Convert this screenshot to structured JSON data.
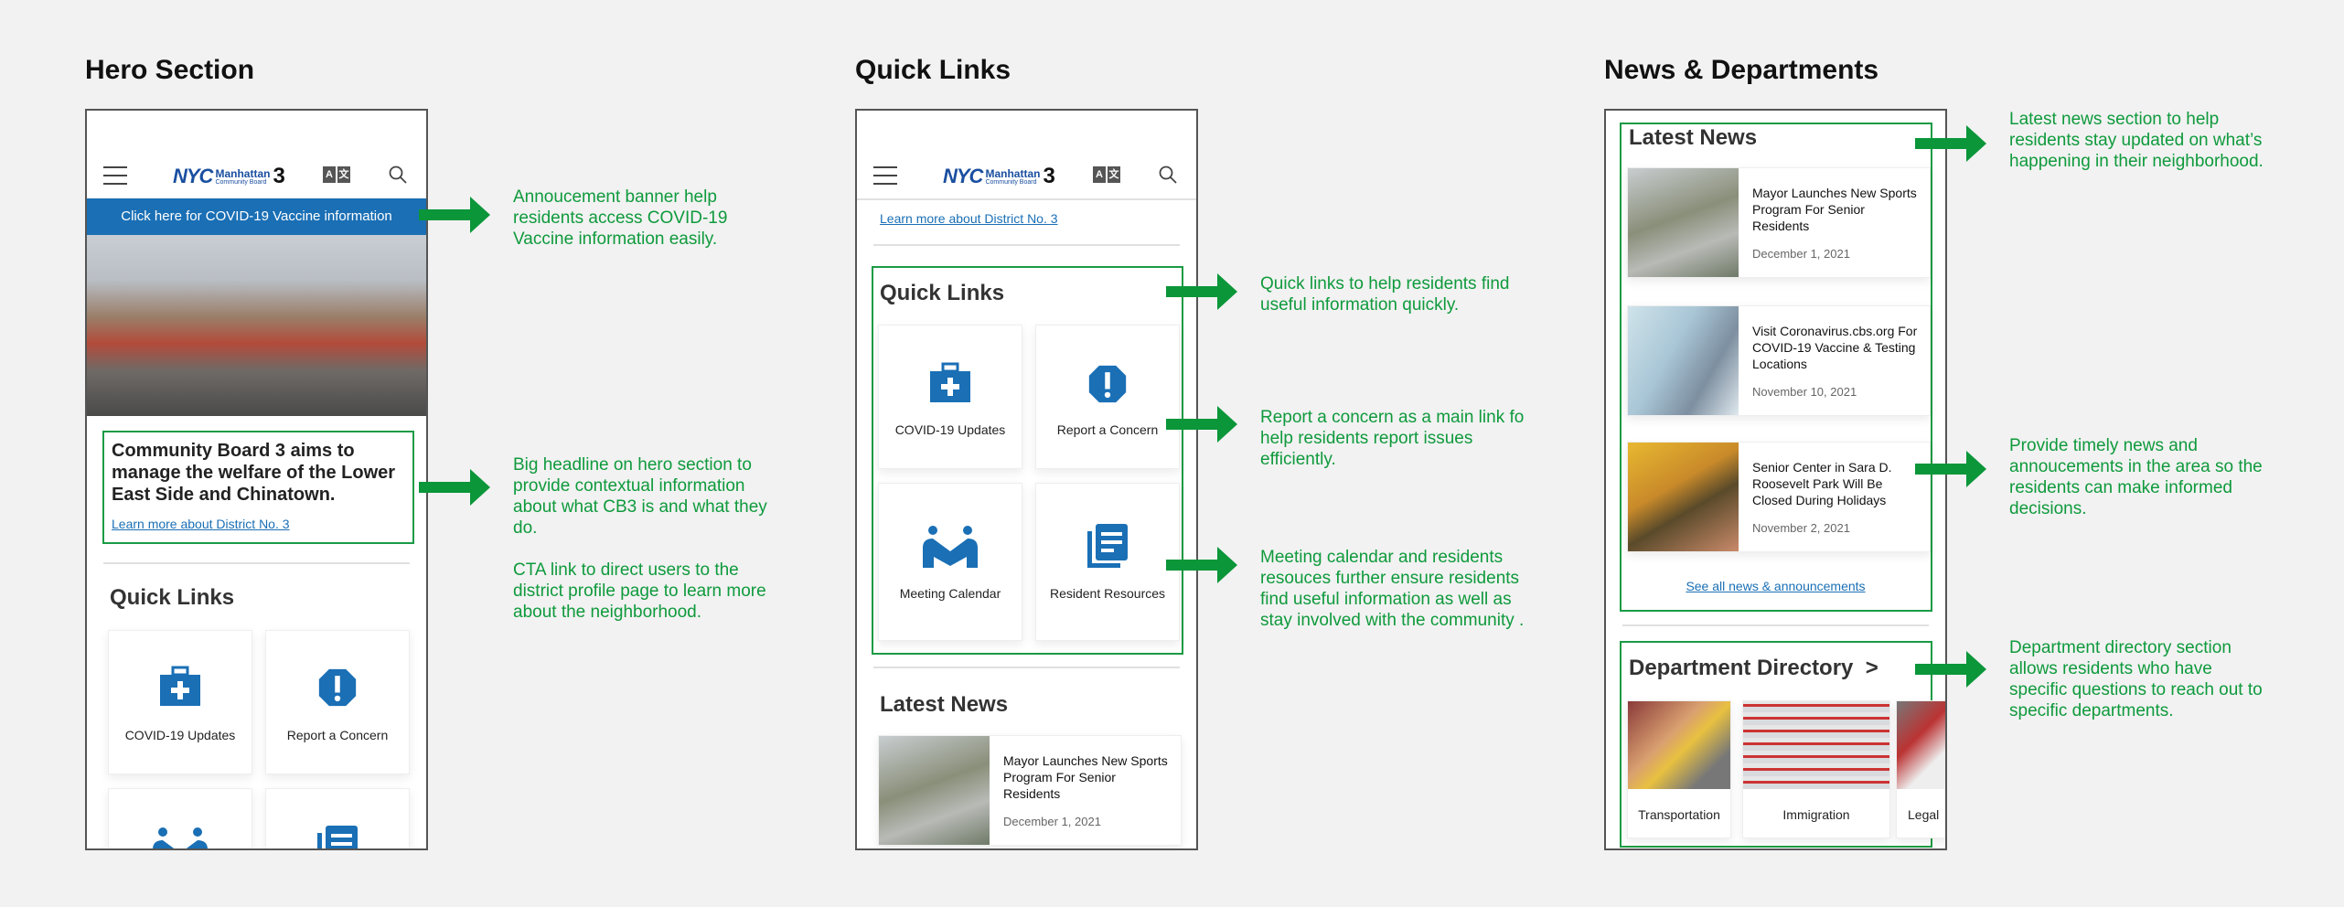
{
  "sections": {
    "hero": "Hero Section",
    "quick": "Quick Links",
    "news": "News & Departments"
  },
  "header": {
    "logo_nyc": "NYC",
    "logo_manhattan": "Manhattan",
    "logo_board": "Community Board",
    "logo_number": "3",
    "translate_a": "A",
    "translate_b": "文",
    "icons": [
      "hamburger-menu-icon",
      "translate-icon",
      "search-icon"
    ]
  },
  "hero": {
    "banner": "Click here for COVID-19 Vaccine information",
    "headline": "Community Board 3 aims to manage the welfare of the Lower East Side and Chinatown.",
    "cta": "Learn more about District No. 3"
  },
  "quick_links": {
    "title": "Quick Links",
    "items": [
      {
        "label": "COVID-19 Updates",
        "icon": "medical-kit-icon"
      },
      {
        "label": "Report a Concern",
        "icon": "alert-octagon-icon"
      },
      {
        "label": "Meeting Calendar",
        "icon": "meeting-people-icon"
      },
      {
        "label": "Resident Resources",
        "icon": "documents-icon"
      }
    ]
  },
  "latest_news": {
    "title": "Latest News",
    "items": [
      {
        "title": "Mayor Launches New Sports Program For Senior Residents",
        "date": "December 1, 2021"
      },
      {
        "title": "Visit Coronavirus.cbs.org For COVID-19 Vaccine & Testing Locations",
        "date": "November 10, 2021"
      },
      {
        "title": "Senior Center in Sara D. Roosevelt Park Will Be Closed During Holidays",
        "date": "November 2, 2021"
      }
    ],
    "see_all": "See all news & announcements"
  },
  "departments": {
    "title": "Department Directory",
    "chevron": ">",
    "items": [
      "Transportation",
      "Immigration",
      "Legal"
    ]
  },
  "annotations": {
    "banner": "Annoucement banner help residents access COVID-19 Vaccine information easily.",
    "headline": "Big headline on hero section to provide contextual information about what CB3 is and what they do.",
    "cta": "CTA link to direct users to the district profile page to learn more about the neighborhood.",
    "quick_links": "Quick links to help residents find useful information quickly.",
    "report": "Report a concern as a main link fo help residents report issues efficiently.",
    "meeting": "Meeting calendar and residents resouces further ensure residents find useful information as well as stay involved with the community .",
    "news": "Latest news section to help residents stay updated on what’s happening in their neighborhood.",
    "timely": "Provide timely news and annoucements in the area so the residents can make informed decisions.",
    "dept": "Department directory section allows residents who have specific questions to reach out to specific departments."
  },
  "colors": {
    "accent": "#1a6fb5",
    "annotation": "#0f9a3c",
    "background": "#f2f2f2"
  }
}
